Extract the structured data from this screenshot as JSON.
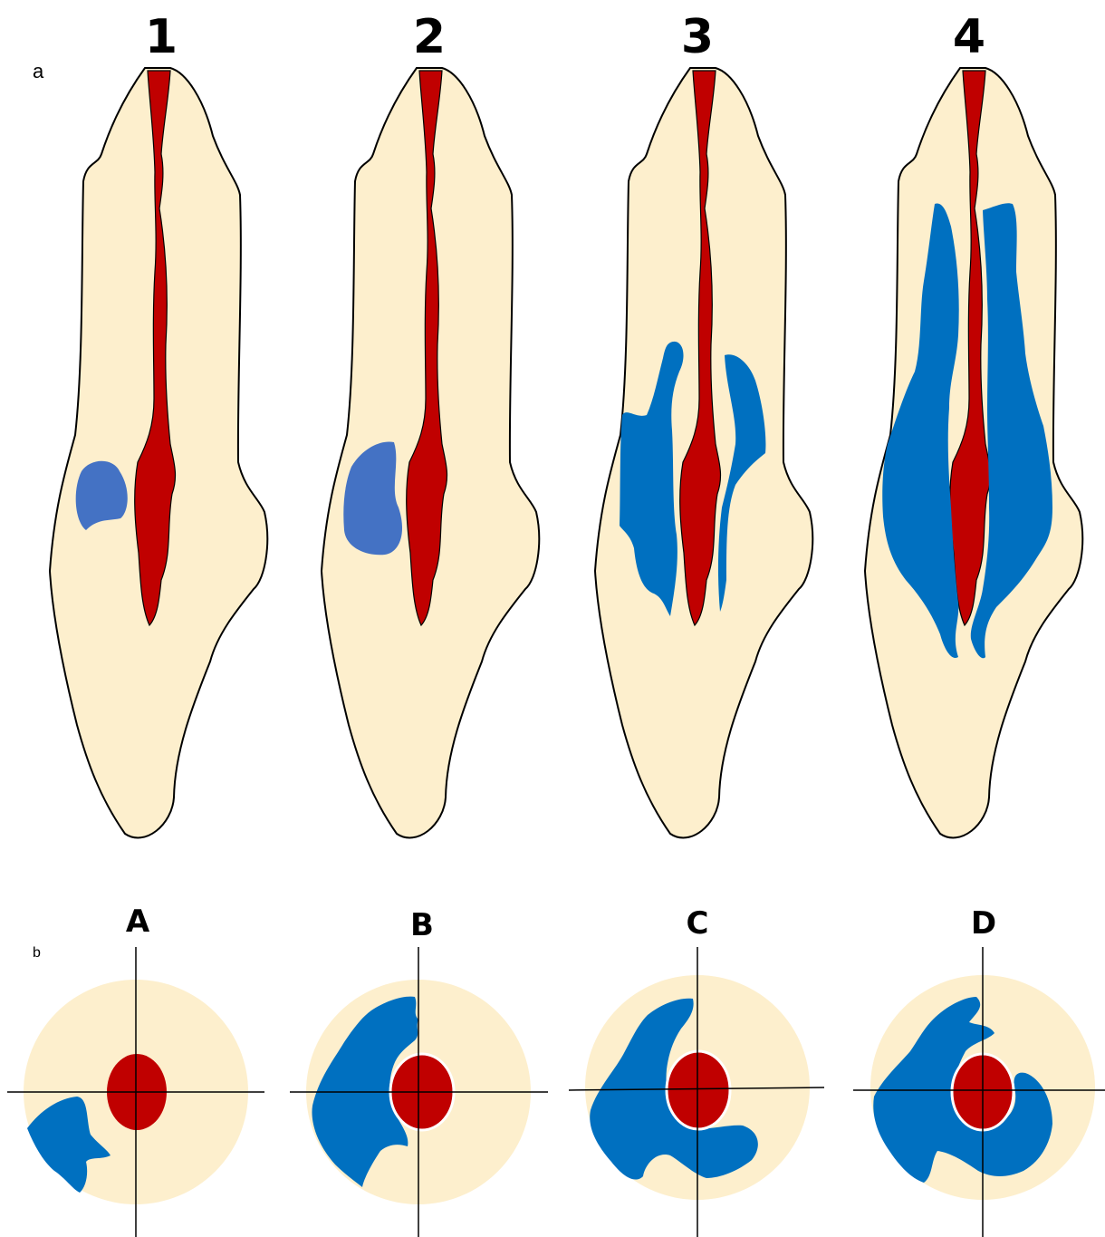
{
  "panel_a": {
    "label": "a",
    "teeth": [
      {
        "number": "1"
      },
      {
        "number": "2"
      },
      {
        "number": "3"
      },
      {
        "number": "4"
      }
    ]
  },
  "panel_b": {
    "label": "b",
    "sections": [
      {
        "letter": "A"
      },
      {
        "letter": "B"
      },
      {
        "letter": "C"
      },
      {
        "letter": "D"
      }
    ]
  },
  "colors": {
    "dentin": "#fdefcd",
    "pulp": "#c00000",
    "resorption_early": "#4472c4",
    "resorption": "#0070c0",
    "outline": "#000000"
  }
}
